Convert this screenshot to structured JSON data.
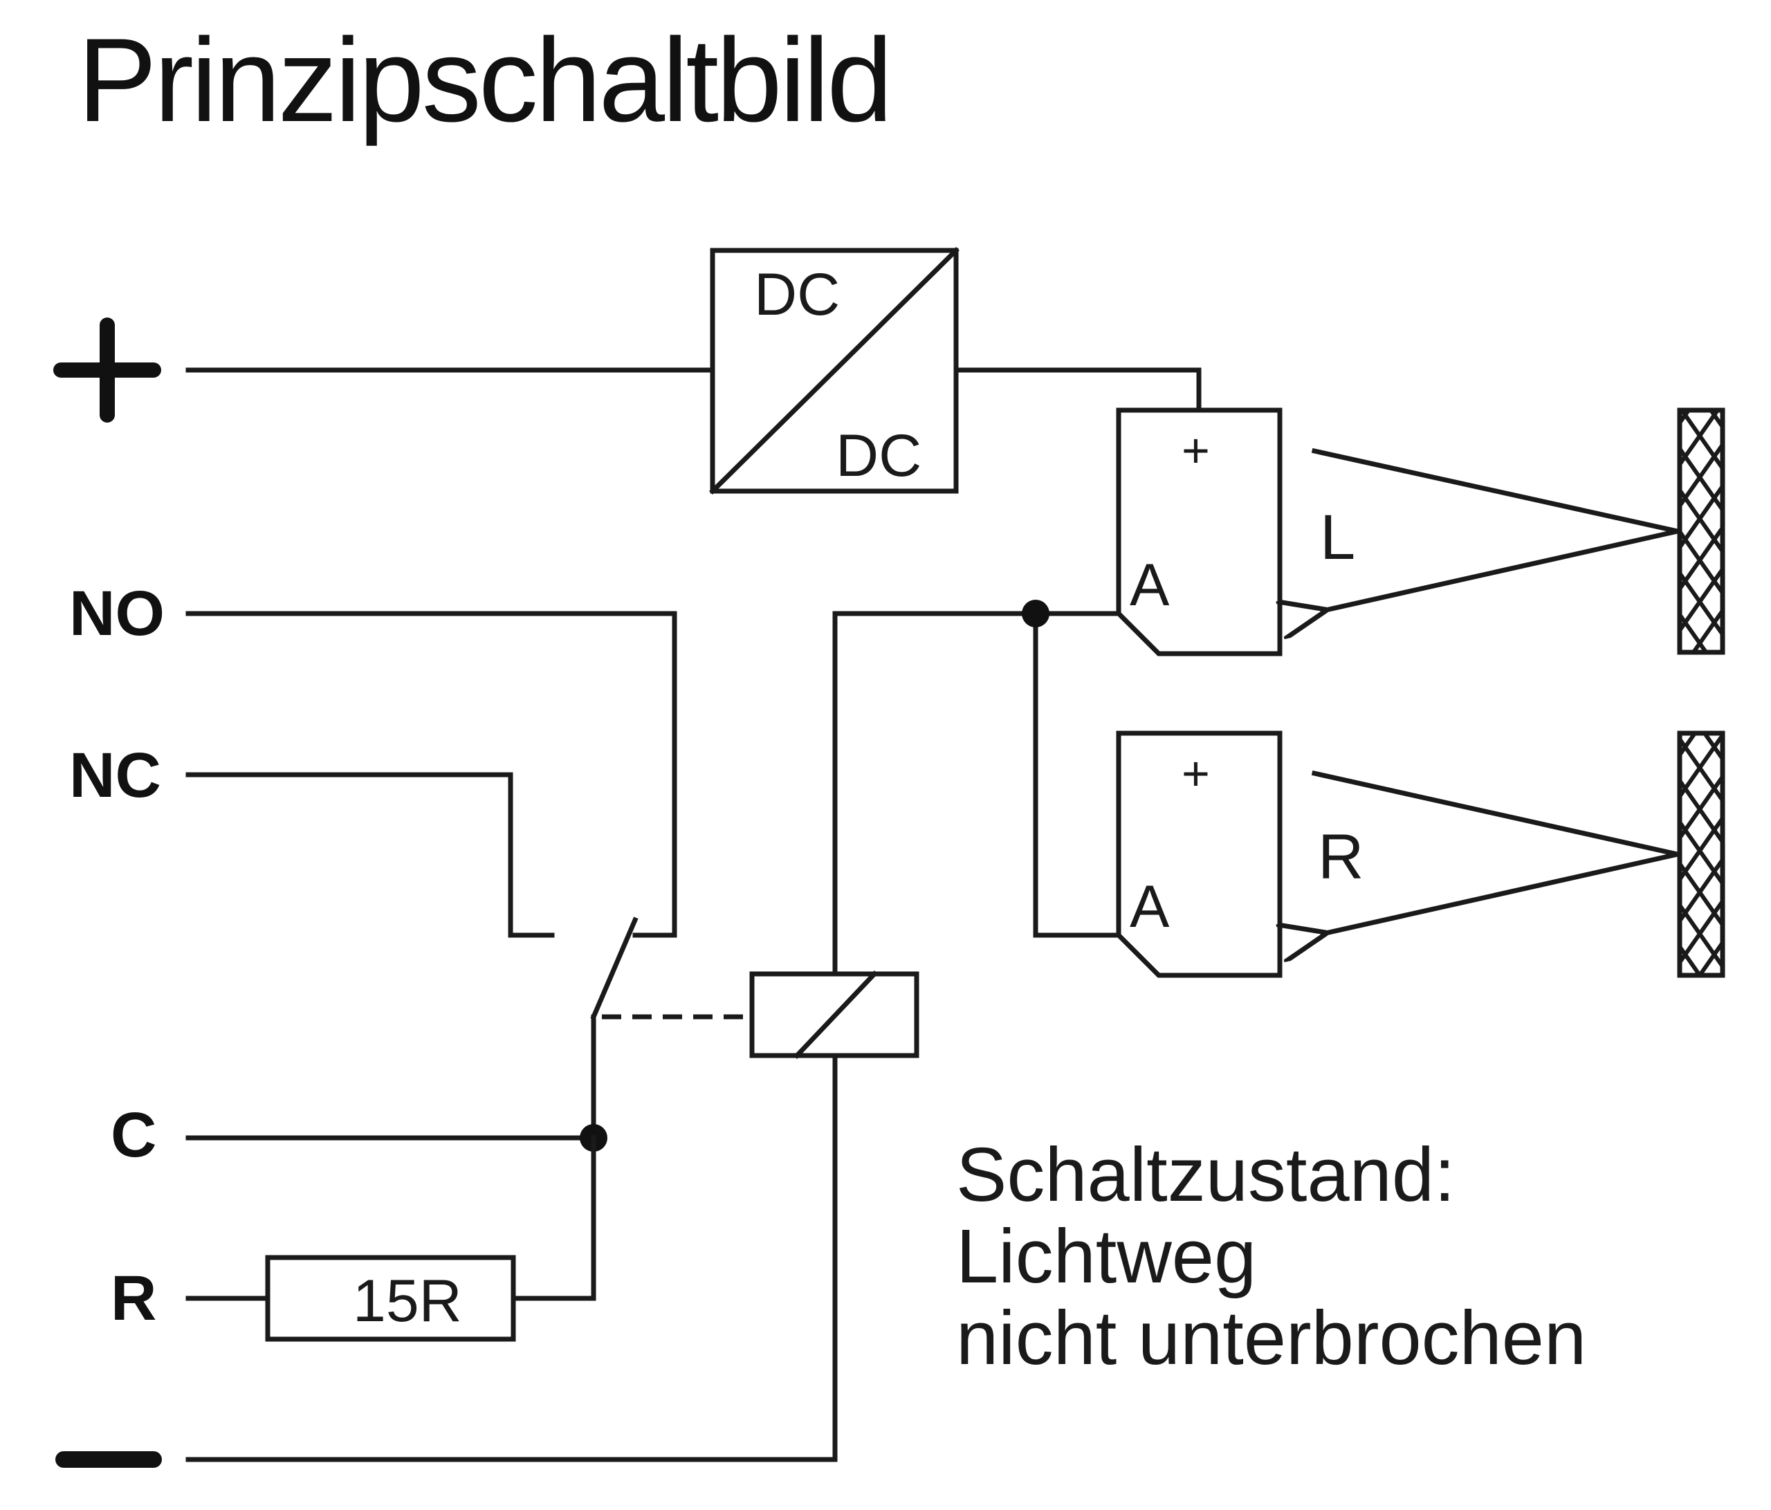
{
  "title": "Prinzipschaltbild",
  "terminals": {
    "plus": "+",
    "no": "NO",
    "nc": "NC",
    "c": "C",
    "r": "R",
    "minus": "−"
  },
  "converter": {
    "input": "DC",
    "output": "DC"
  },
  "resistor": {
    "label": "15R"
  },
  "sensors": [
    {
      "plus": "+",
      "amp": "A",
      "beam": "L"
    },
    {
      "plus": "+",
      "amp": "A",
      "beam": "R"
    }
  ],
  "status": {
    "line1": "Schaltzustand:",
    "line2": "Lichtweg",
    "line3": "nicht unterbrochen"
  }
}
